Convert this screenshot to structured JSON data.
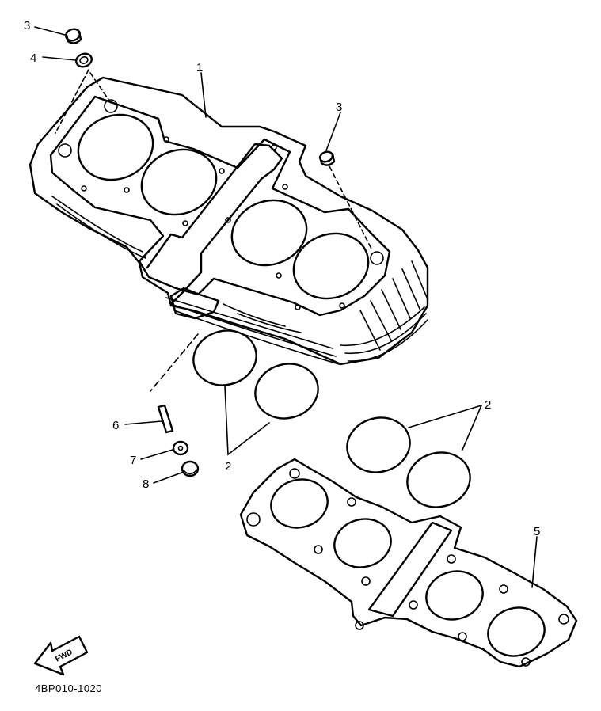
{
  "diagram": {
    "callouts": {
      "c1": "1",
      "c2a": "2",
      "c2b": "2",
      "c3a": "3",
      "c3b": "3",
      "c4": "4",
      "c5": "5",
      "c6": "6",
      "c7": "7",
      "c8": "8"
    },
    "fwd": "FWD",
    "diagram_code": "4BP010-1020"
  },
  "colors": {
    "line": "#000000",
    "background": "#ffffff"
  }
}
